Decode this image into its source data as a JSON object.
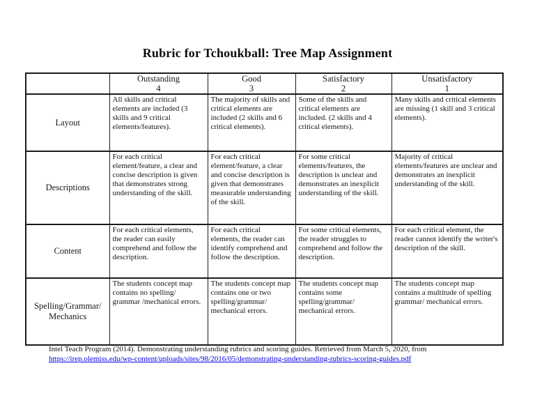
{
  "title": "Rubric for Tchoukball: Tree Map Assignment",
  "colors": {
    "link": "#0000EE",
    "border": "#1a1a1a",
    "text": "#161616",
    "background": "#ffffff"
  },
  "table": {
    "columns": [
      {
        "label": "",
        "level": ""
      },
      {
        "label": "Outstanding",
        "level": "4"
      },
      {
        "label": "Good",
        "level": "3"
      },
      {
        "label": "Satisfactory",
        "level": "2"
      },
      {
        "label": "Unsatisfactory",
        "level": "1"
      }
    ],
    "rows": [
      {
        "criterion": "Layout",
        "cells": [
          "All skills and critical elements are included (3 skills and 9 critical elements/features).",
          "The majority of skills and critical elements are included (2 skills and 6 critical elements).",
          "Some of the skills and critical elements are included. (2 skills and 4 critical elements).",
          "Many skills and critical elements are missing (1 skill and 3 critical elements)."
        ]
      },
      {
        "criterion": "Descriptions",
        "cells": [
          "For each critical element/feature, a clear and concise description is given that demonstrates strong understanding of the skill.",
          "For each critical element/feature, a clear and concise description is given that demonstrates measurable understanding of the skill.",
          "For some critical elements/features, the description is unclear and demonstrates an inexplicit understanding of the skill.",
          "Majority of critical elements/features are unclear and demonstrates an inexplicit understanding of the skill."
        ]
      },
      {
        "criterion": "Content",
        "cells": [
          "For each critical elements, the reader can easily comprehend and follow the description.",
          "For each critical elements, the reader can identify comprehend and follow the description.",
          "For some critical elements, the reader struggles to comprehend and follow the description.",
          "For each critical element, the reader cannot identify the writer's description of the skill."
        ]
      },
      {
        "criterion": "Spelling/Grammar/ Mechanics",
        "cells": [
          "The students concept map contains no spelling/ grammar /mechanical errors.",
          "The students concept map contains one or two spelling/grammar/ mechanical errors.",
          "The students concept map contains some spelling/grammar/ mechanical errors.",
          "The students concept map contains a multitude of spelling grammar/ mechanical errors."
        ]
      }
    ]
  },
  "footer": {
    "citation": "Intel Teach Program (2014). Demonstrating understanding rubrics and scoring guides. Retrieved from March 5, 2020, from",
    "link": "https://irep.olemiss.edu/wp-content/uploads/sites/98/2016/05/demonstrating-understanding-rubrics-scoring-guides.pdf"
  }
}
